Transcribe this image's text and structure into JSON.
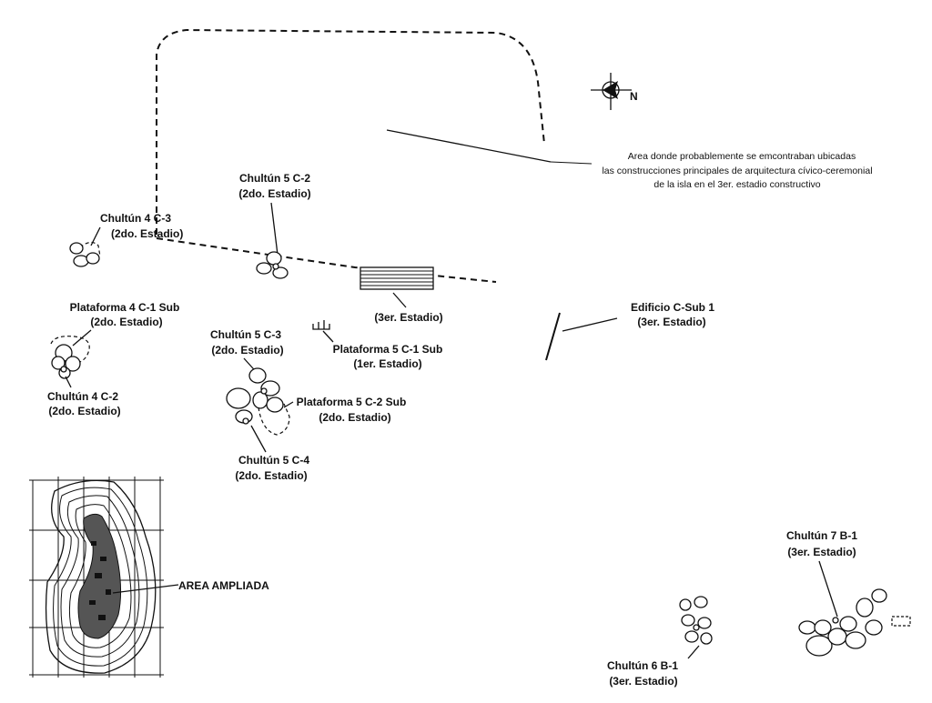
{
  "north_arrow": {
    "letter": "N"
  },
  "area_note": [
    "Area donde probablemente se emcontraban ubicadas",
    "las construcciones principales de arquitectura cívico-ceremonial",
    "de la isla en el 3er. estadio constructivo"
  ],
  "features": {
    "chultun_5c2": {
      "name": "Chultún 5 C-2",
      "stage": "(2do. Estadio)"
    },
    "chultun_4c3": {
      "name": "Chultún 4 C-3",
      "stage": "(2do. Estadio)"
    },
    "platform_4c1": {
      "name": "Plataforma 4 C-1 Sub",
      "stage": "(2do. Estadio)"
    },
    "chultun_4c2": {
      "name": "Chultún 4 C-2",
      "stage": "(2do. Estadio)"
    },
    "stage3_structure": {
      "stage": "(3er. Estadio)"
    },
    "edificio_csub1": {
      "name": "Edificio C-Sub 1",
      "stage": "(3er. Estadio)"
    },
    "chultun_5c3": {
      "name": "Chultún 5 C-3",
      "stage": "(2do. Estadio)"
    },
    "platform_5c1": {
      "name": "Plataforma 5 C-1 Sub",
      "stage": "(1er. Estadio)"
    },
    "platform_5c2": {
      "name": "Plataforma 5 C-2 Sub",
      "stage": "(2do. Estadio)"
    },
    "chultun_5c4": {
      "name": "Chultún 5 C-4",
      "stage": "(2do. Estadio)"
    },
    "chultun_7b1": {
      "name": "Chultún 7 B-1",
      "stage": "(3er. Estadio)"
    },
    "chultun_6b1": {
      "name": "Chultún 6 B-1",
      "stage": "(3er. Estadio)"
    }
  },
  "inset": {
    "label": "AREA AMPLIADA"
  }
}
